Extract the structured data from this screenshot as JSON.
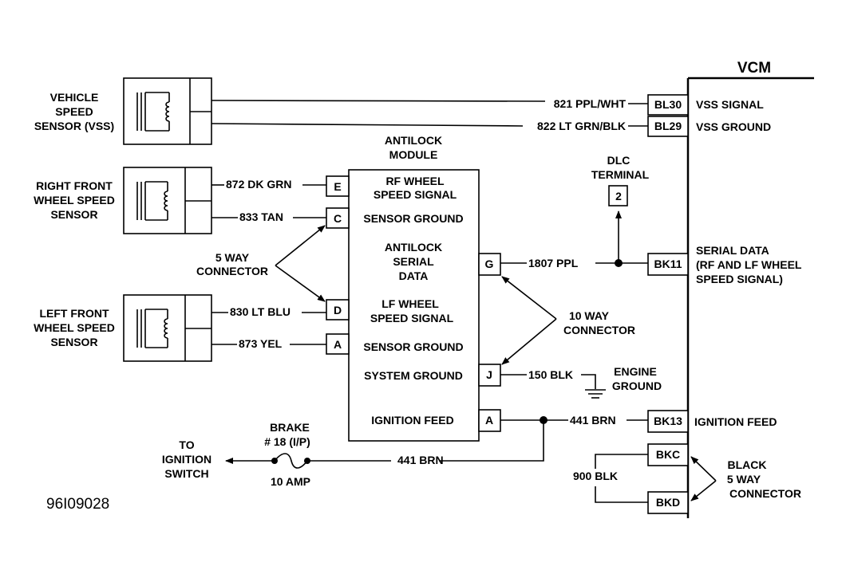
{
  "vcm": {
    "title": "VCM",
    "pins": {
      "bl30": "BL30",
      "bl29": "BL29",
      "bk11": "BK11",
      "bk13": "BK13",
      "bkc": "BKC",
      "bkd": "BKD"
    },
    "labels": {
      "vss_signal": "VSS SIGNAL",
      "vss_ground": "VSS GROUND",
      "serial_data": [
        "SERIAL DATA",
        "(RF AND LF WHEEL",
        "SPEED SIGNAL)"
      ],
      "ignition_feed": "IGNITION FEED"
    }
  },
  "sensors": {
    "vss": [
      "VEHICLE",
      "SPEED",
      "SENSOR (VSS)"
    ],
    "rf": [
      "RIGHT FRONT",
      "WHEEL SPEED",
      "SENSOR"
    ],
    "lf": [
      "LEFT FRONT",
      "WHEEL SPEED",
      "SENSOR"
    ]
  },
  "antilock_module": {
    "title": [
      "ANTILOCK",
      "MODULE"
    ],
    "pins": {
      "e": "E",
      "c": "C",
      "d": "D",
      "a_left": "A",
      "g": "G",
      "j": "J",
      "a_right": "A"
    },
    "labels": {
      "rf_speed": [
        "RF WHEEL",
        "SPEED SIGNAL"
      ],
      "sensor_ground_1": "SENSOR GROUND",
      "serial": [
        "ANTILOCK",
        "SERIAL",
        "DATA"
      ],
      "lf_speed": [
        "LF WHEEL",
        "SPEED SIGNAL"
      ],
      "sensor_ground_2": "SENSOR GROUND",
      "system_ground": "SYSTEM GROUND",
      "ignition_feed": "IGNITION FEED"
    }
  },
  "wires": {
    "w821": "821 PPL/WHT",
    "w822": "822 LT GRN/BLK",
    "w872": "872 DK GRN",
    "w833": "833 TAN",
    "w830": "830 LT BLU",
    "w873": "873 YEL",
    "w1807": "1807 PPL",
    "w150": "150 BLK",
    "w441a": "441 BRN",
    "w441b": "441 BRN",
    "w900": "900 BLK"
  },
  "dlc": {
    "label": [
      "DLC",
      "TERMINAL"
    ],
    "pin": "2"
  },
  "connectors": {
    "five_way": [
      "5 WAY",
      "CONNECTOR"
    ],
    "ten_way": [
      "10 WAY",
      "CONNECTOR"
    ],
    "black_five_way": [
      "BLACK",
      "5 WAY",
      "CONNECTOR"
    ]
  },
  "engine_ground": [
    "ENGINE",
    "GROUND"
  ],
  "fuse": {
    "label": [
      "BRAKE",
      "# 18 (I/P)"
    ],
    "rating": "10 AMP"
  },
  "to_ignition": [
    "TO",
    "IGNITION",
    "SWITCH"
  ],
  "diagram_code": "96I09028"
}
